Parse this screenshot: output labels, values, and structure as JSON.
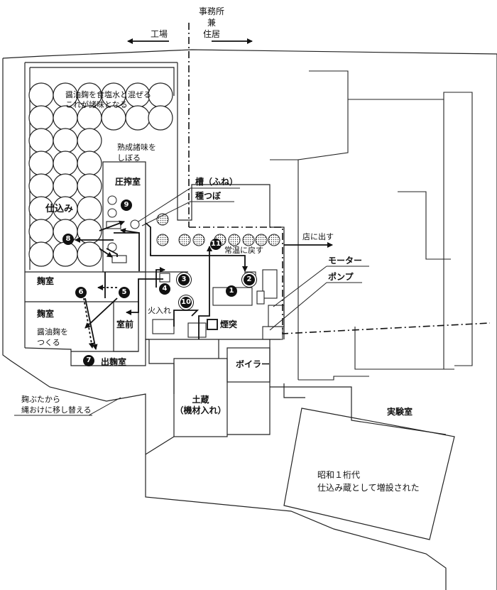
{
  "labels": {
    "factory": "工場",
    "office": [
      "事務所",
      "兼",
      "住居"
    ],
    "mix_note": [
      "醤油麹を食塩水と混ぜる",
      "これが諸味となる"
    ],
    "squeeze_note": [
      "熟成諸味を",
      "しぼる"
    ],
    "press_room": "圧搾室",
    "shikomi": "仕込み",
    "tank": "槽（ふね）",
    "pot": "種つぼ",
    "to_store": "店に出す",
    "room_temp": "常温に戻す",
    "motor": "モーター",
    "pump": "ポンプ",
    "koji_room_1": "麹室",
    "koji_room_2": "麹室",
    "koji_make": [
      "醤油麹を",
      "つくる"
    ],
    "muro_mae": "室前",
    "fire": "火入れ",
    "chimney": "煙突",
    "shutsu_koji": "出麹室",
    "transfer_note": [
      "麹ぶたから",
      "縄おけに移し替える"
    ],
    "boiler": "ボイラー",
    "storehouse": [
      "土蔵",
      "（機材入れ）"
    ],
    "lab": "実験室",
    "showa": [
      "昭和１桁代",
      "仕込み蔵として増設された"
    ]
  },
  "steps": [
    "1",
    "2",
    "3",
    "4",
    "5",
    "6",
    "7",
    "8",
    "9",
    "10",
    "11"
  ]
}
